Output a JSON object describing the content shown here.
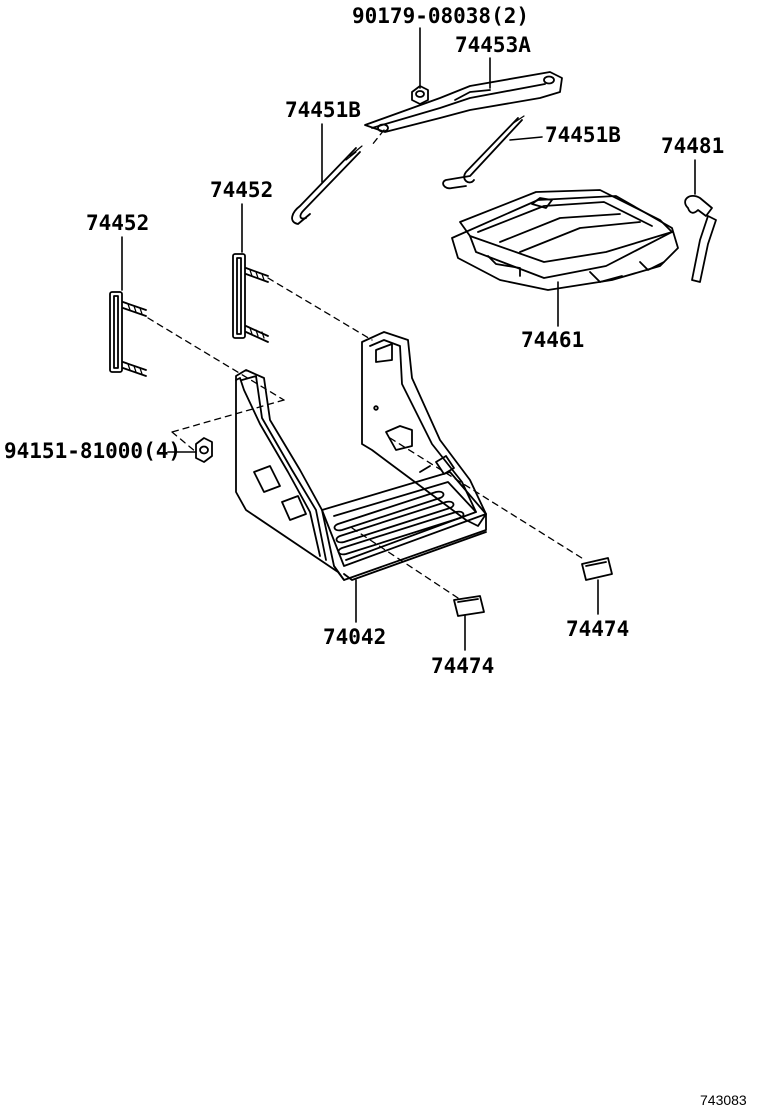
{
  "parts": {
    "nut_top": "90179-08038(2)",
    "clamp": "74453A",
    "rod_left": "74451B",
    "rod_right": "74451B",
    "clip": "74481",
    "bolt_plate_mid": "74452",
    "bolt_plate_left": "74452",
    "insulator": "74461",
    "nut_side": "94151-81000(4)",
    "pad_right": "74474",
    "tray": "74042",
    "pad_bottom": "74474"
  },
  "diagram_code": "743083"
}
